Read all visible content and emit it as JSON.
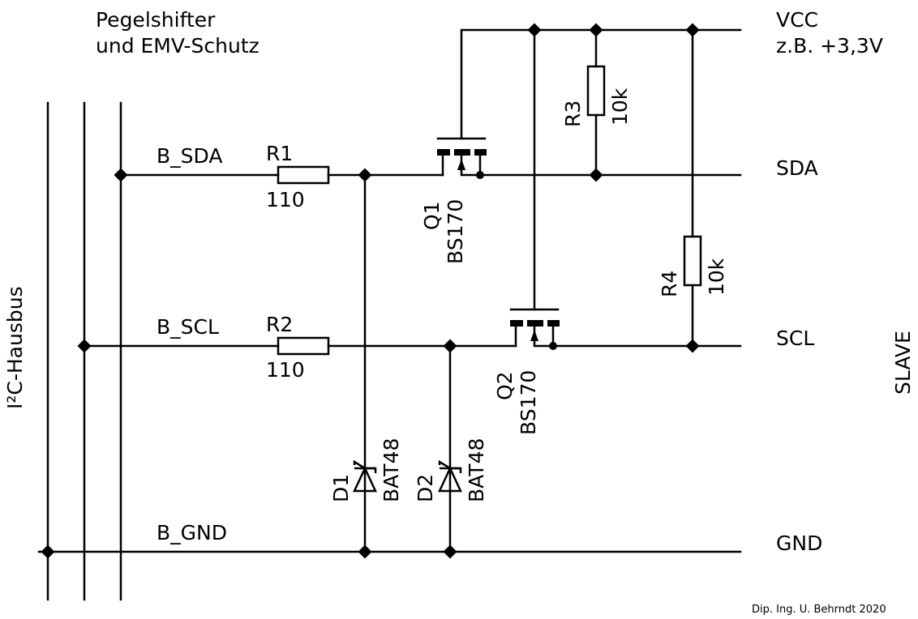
{
  "title": {
    "line1": "Pegelshifter",
    "line2": "und EMV-Schutz"
  },
  "bus": {
    "label": "I²C-Hausbus",
    "nets": {
      "sda": "B_SDA",
      "scl": "B_SCL",
      "gnd": "B_GND"
    }
  },
  "slave": {
    "label": "SLAVE",
    "vcc": "VCC",
    "vcc_note": "z.B. +3,3V",
    "sda": "SDA",
    "scl": "SCL",
    "gnd": "GND"
  },
  "components": {
    "r1": {
      "ref": "R1",
      "value": "110"
    },
    "r2": {
      "ref": "R2",
      "value": "110"
    },
    "r3": {
      "ref": "R3",
      "value": "10k"
    },
    "r4": {
      "ref": "R4",
      "value": "10k"
    },
    "q1": {
      "ref": "Q1",
      "value": "BS170"
    },
    "q2": {
      "ref": "Q2",
      "value": "BS170"
    },
    "d1": {
      "ref": "D1",
      "value": "BAT48"
    },
    "d2": {
      "ref": "D2",
      "value": "BAT48"
    }
  },
  "footer": {
    "author": "Dip. Ing. U. Behrndt 2020"
  }
}
